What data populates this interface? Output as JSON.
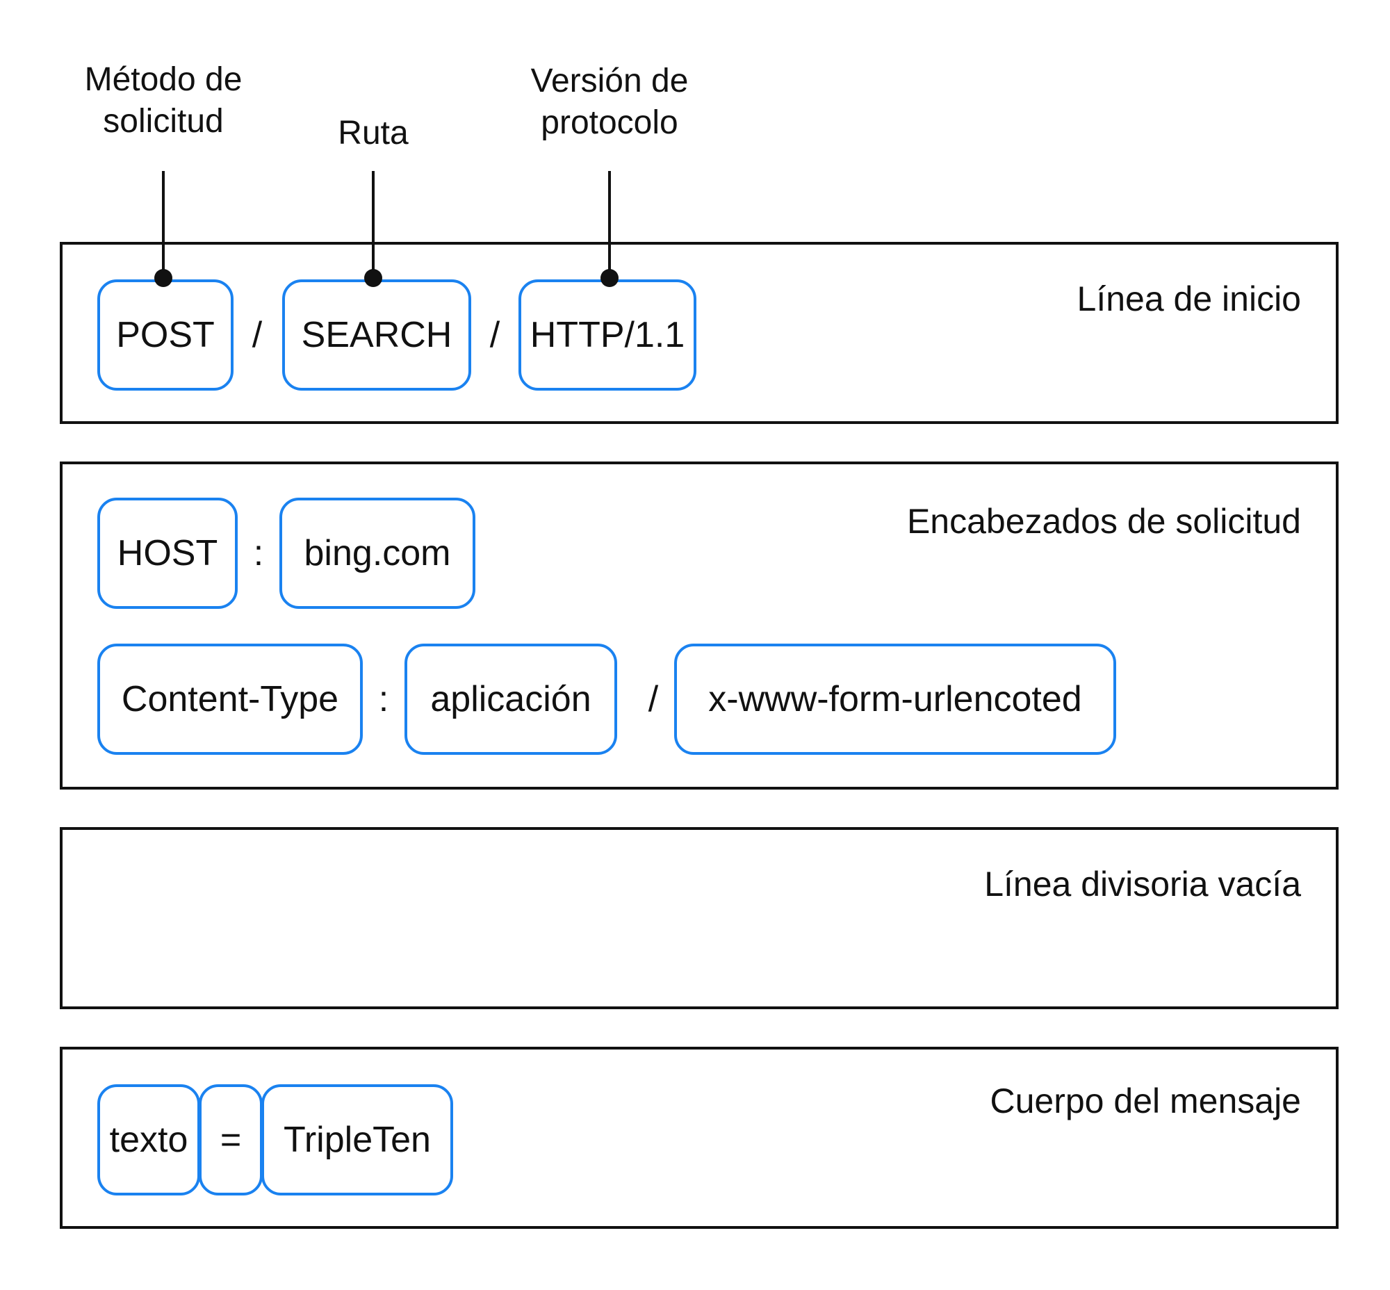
{
  "callouts": {
    "method": [
      "Método de",
      "solicitud"
    ],
    "path": [
      "Ruta"
    ],
    "version": [
      "Versión de",
      "protocolo"
    ]
  },
  "sections": {
    "start_line": {
      "title": "Línea de inicio",
      "tokens": [
        "POST",
        "SEARCH",
        "HTTP/1.1"
      ],
      "separators": [
        "/",
        "/"
      ]
    },
    "headers": {
      "title": "Encabezados de solicitud",
      "row1": {
        "tokens": [
          "HOST",
          "bing.com"
        ],
        "separators": [
          ":"
        ]
      },
      "row2": {
        "tokens": [
          "Content-Type",
          "aplicación",
          "x-www-form-urlencoted"
        ],
        "separators": [
          ":",
          "/"
        ]
      }
    },
    "empty_line": {
      "title": "Línea divisoria vacía"
    },
    "body": {
      "title": "Cuerpo del mensaje",
      "tokens": [
        "texto",
        "=",
        "TripleTen"
      ]
    }
  },
  "colors": {
    "token_border": "#1a82f0",
    "frame": "#111111"
  }
}
